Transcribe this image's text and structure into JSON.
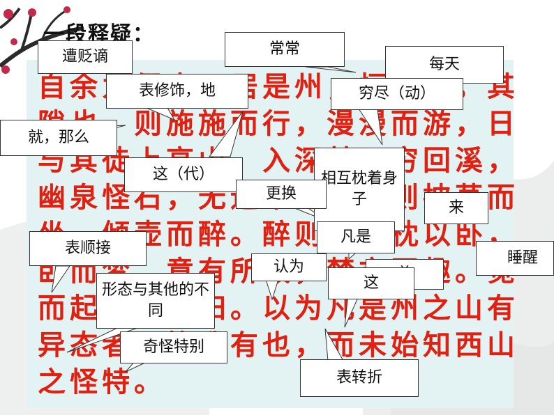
{
  "heading": "一段释疑：",
  "passage": [
    "自余为僇人，居是州，恒惴栗。其",
    "隙也，则施施而行，漫漫而游，日",
    "与其徒上高山，入深林，穷回溪，",
    "幽泉怪石，无远不到。到则披草而",
    "坐，倾壶而醉。醉则更相枕以卧，",
    "卧而梦。意有所极，梦亦同趣。觉",
    "而起，起而归。以为凡是州之山有",
    "异态者，皆我有也，而未始知西山",
    "之怪特。"
  ],
  "callouts": {
    "bianzhe": "遭贬谪",
    "changchang": "常常",
    "meitian": "每天",
    "biaoxiushi": "表修饰，地",
    "qiongjin": "穷尽（动）",
    "jiu": "就，那么",
    "zhe": "这（代）",
    "xianghu": "相互枕着身子",
    "genghuan": "更换",
    "lai": "来",
    "fanshi": "凡是",
    "shuixing": "睡醒",
    "biaoshunjie": "表顺接",
    "renwei": "认为",
    "cengjing": "曾",
    "zhe2": "这",
    "xingtai": "形态与其他的不同",
    "qiguai": "奇怪特别",
    "biaozhuanzhe": "表转折"
  }
}
